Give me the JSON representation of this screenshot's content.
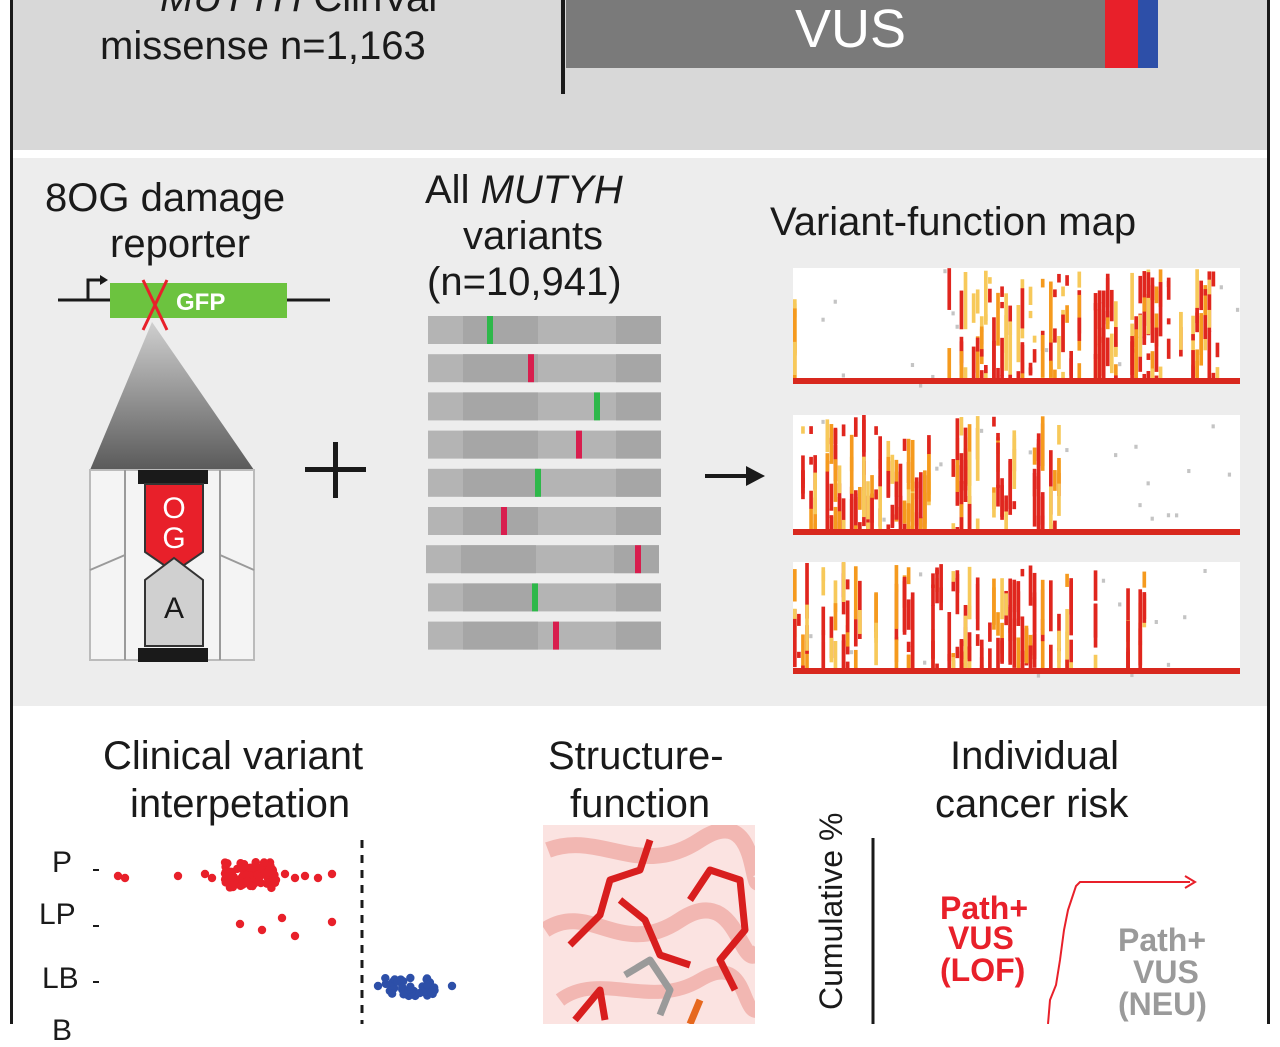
{
  "top_panel": {
    "clinvar_gene": "MUTYH",
    "clinvar_rest": " ClinVar",
    "clinvar_line2": "missense n=1,163",
    "vus_label": "VUS",
    "colors": {
      "vus": "#7a7a7a",
      "pathogenic": "#e8202a",
      "benign": "#2d4fa8"
    }
  },
  "reporter": {
    "title_line1": "8OG damage",
    "title_line2": "reporter",
    "gfp_label": "GFP",
    "og_label_1": "O",
    "og_label_2": "G",
    "a_label": "A"
  },
  "variants": {
    "title_prefix": "All ",
    "title_gene": "MUTYH",
    "title_line2": "variants",
    "title_line3": "(n=10,941)"
  },
  "map": {
    "title": "Variant-function map"
  },
  "bottom": {
    "clinical_line1": "Clinical variant",
    "clinical_line2": "interpetation",
    "clinical_categories": [
      "P",
      "LP",
      "LB",
      "B"
    ],
    "structure_line1": "Structure-",
    "structure_line2": "function",
    "risk_line1": "Individual",
    "risk_line2": "cancer risk",
    "cumulative_label": "Cumulative %",
    "path_lof": [
      "Path+",
      "VUS",
      "(LOF)"
    ],
    "path_neu": [
      "Path+",
      "VUS",
      "(NEU)"
    ]
  }
}
